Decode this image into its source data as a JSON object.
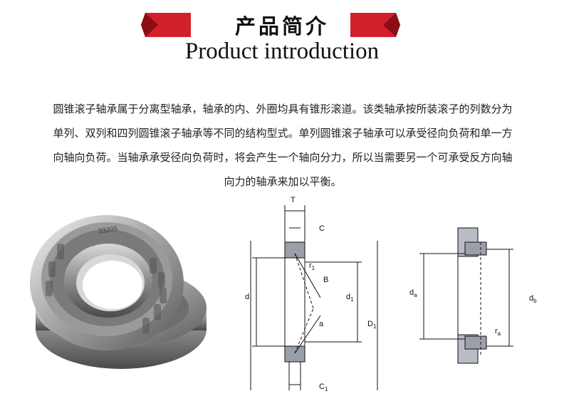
{
  "header": {
    "title_cn": "产品简介",
    "title_en": "Product introduction",
    "accent_color": "#d2202a"
  },
  "intro": {
    "lines": [
      "圆锥滚子轴承属于分离型轴承，轴承的内、外圈均具有锥形滚道。该类轴承按所装滚子的列数分为",
      "单列、双列和四列圆锥滚子轴承等不同的结构型式。单列圆锥滚子轴承可以承受径向负荷和单一方",
      "向轴向负荷。当轴承承受径向负荷时，将会产生一个轴向分力，所以当需要另一个可承受反方向轴",
      "向力的轴承来加以平衡。"
    ]
  },
  "photo": {
    "marking": "33205"
  },
  "diagram1": {
    "labels": {
      "T": "T",
      "C": "C",
      "r1": "r",
      "r1_sub": "1",
      "B": "B",
      "d": "d",
      "d1": "d",
      "d1_sub": "1",
      "D1": "D",
      "D1_sub": "1",
      "a": "a",
      "C1": "C",
      "C1_sub": "1"
    }
  },
  "diagram2": {
    "labels": {
      "da": "d",
      "da_sub": "a",
      "db": "d",
      "db_sub": "b",
      "ra": "r",
      "ra_sub": "a"
    }
  }
}
